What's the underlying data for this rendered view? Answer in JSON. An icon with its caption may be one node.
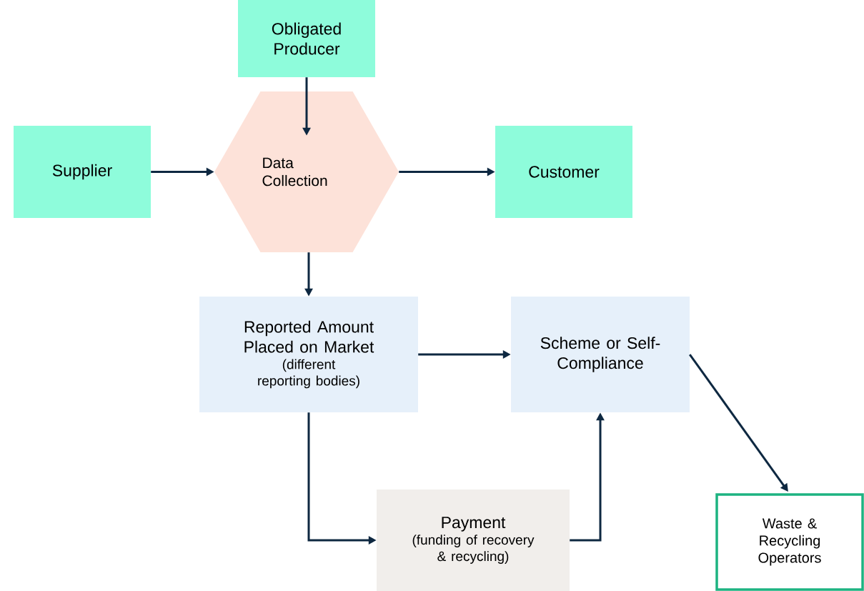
{
  "diagram": {
    "nodes": [
      {
        "text": [
          "Obligated Producer"
        ]
      },
      {
        "text": [
          "Supplier"
        ]
      },
      {
        "text": [
          "Data Collection"
        ]
      },
      {
        "text": [
          "Customer"
        ]
      },
      {
        "text": [
          "Reported Amount Placed on Market",
          "(different reporting bodies)"
        ]
      },
      {
        "text": [
          "Scheme or Self-Compliance"
        ]
      },
      {
        "text": [
          "Payment",
          "(funding of recovery & recycling)"
        ]
      },
      {
        "text": [
          "Waste & Recycling Operators"
        ]
      }
    ],
    "edges": [
      {
        "from": 0,
        "to": 2,
        "arrow": "to"
      },
      {
        "from": 1,
        "to": 2,
        "arrow": "to"
      },
      {
        "from": 2,
        "to": 3,
        "arrow": "to"
      },
      {
        "from": 2,
        "to": 4,
        "arrow": "to"
      },
      {
        "from": 4,
        "to": 5,
        "arrow": "to"
      },
      {
        "from": 4,
        "to": 6,
        "arrow": "to"
      },
      {
        "from": 6,
        "to": 5,
        "arrow": "to"
      },
      {
        "from": 5,
        "to": 7,
        "arrow": "to"
      }
    ]
  }
}
